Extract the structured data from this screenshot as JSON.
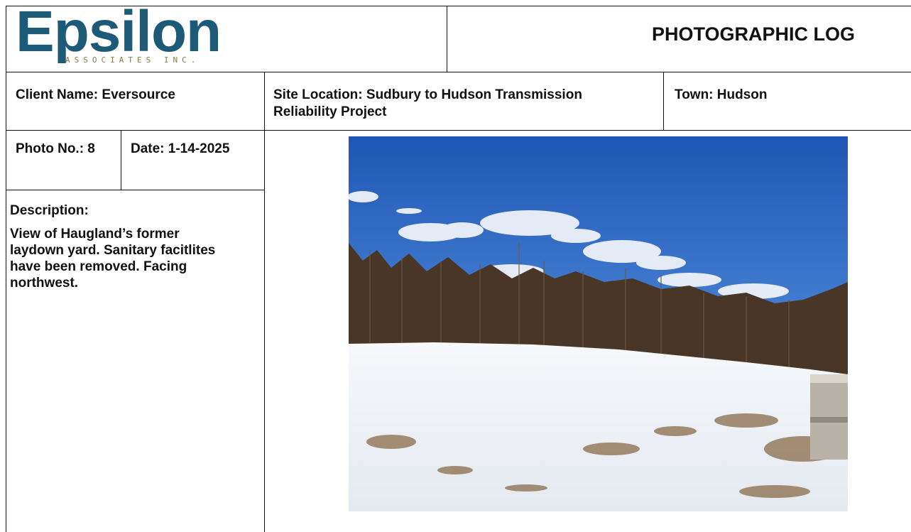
{
  "logo": {
    "name": "Epsilon",
    "tagline": "ASSOCIATES INC."
  },
  "header": {
    "title": "PHOTOGRAPHIC LOG"
  },
  "info": {
    "client": "Client Name:  Eversource",
    "site_line1": "Site Location: Sudbury to Hudson Transmission",
    "site_line2": "Reliability Project",
    "town": "Town: Hudson"
  },
  "photo_info": {
    "number": "Photo No.: 8",
    "date": "Date: 1-14-2025"
  },
  "description": {
    "label": "Description:",
    "lines": [
      "View of Haugland’s former",
      "laydown yard. Sanitary facitlites",
      "have been removed. Facing",
      "northwest."
    ]
  },
  "photo": {
    "subject": "snow-covered former laydown yard with bare trees, blue sky with clouds, concrete structure at right",
    "colors": {
      "sky_top": "#1f56b5",
      "sky_bottom": "#4b86d6",
      "snow": "#eef2f6",
      "trees": "#4a3626"
    }
  }
}
